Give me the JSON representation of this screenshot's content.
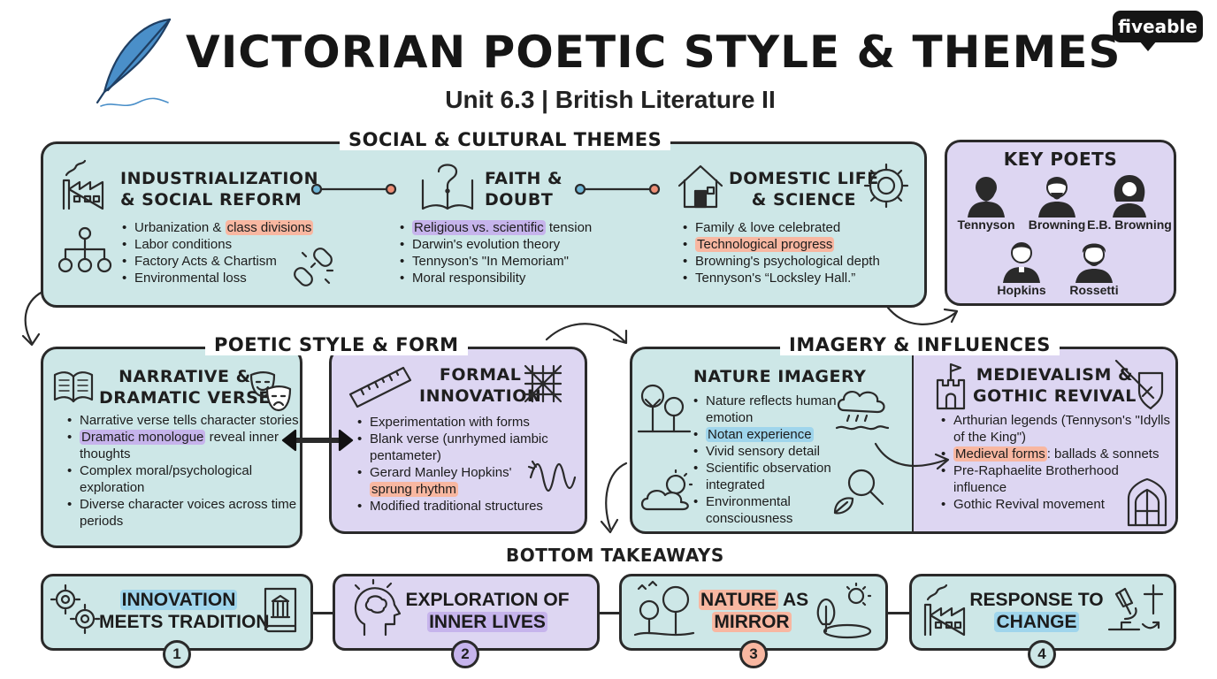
{
  "header": {
    "title": "VICTORIAN POETIC STYLE & THEMES",
    "subtitle": "Unit 6.3 | British Literature II",
    "logo": "fiveable"
  },
  "social": {
    "label": "SOCIAL & CULTURAL THEMES",
    "industrial": {
      "heading_1": "INDUSTRIALIZATION",
      "heading_2": "& SOCIAL REFORM",
      "b1_pre": "Urbanization & ",
      "b1_hl": "class divisions",
      "b2": "Labor conditions",
      "b3": "Factory Acts & Chartism",
      "b4": "Environmental loss"
    },
    "faith": {
      "heading_1": "FAITH &",
      "heading_2": "DOUBT",
      "b1_hl": "Religious vs. scientific",
      "b1_post": " tension",
      "b2": "Darwin's evolution theory",
      "b3": "Tennyson's \"In Memoriam\"",
      "b4": "Moral responsibility"
    },
    "domestic": {
      "heading_1": "DOMESTIC LIFE",
      "heading_2": "& SCIENCE",
      "b1": "Family & love celebrated",
      "b2_hl": "Technological progress",
      "b3": "Browning's psychological depth",
      "b4": "Tennyson's “Locksley Hall.”"
    }
  },
  "poets": {
    "label": "KEY POETS",
    "names": [
      "Tennyson",
      "Browning",
      "E.B. Browning",
      "Hopkins",
      "Rossetti"
    ]
  },
  "style": {
    "label": "POETIC STYLE & FORM",
    "narrative": {
      "heading_1": "NARRATIVE &",
      "heading_2": "DRAMATIC VERSE",
      "b1": "Narrative verse tells character stories",
      "b2_hl": "Dramatic monologue",
      "b2_post": " reveal inner thoughts",
      "b3": "Complex moral/psychological exploration",
      "b4": "Diverse character voices across time periods"
    },
    "formal": {
      "heading_1": "FORMAL",
      "heading_2": "INNOVATION",
      "b1": "Experimentation with forms",
      "b2": "Blank verse (unrhymed iambic pentameter)",
      "b3_pre": "Gerard Manley Hopkins'",
      "b3_hl": "sprung rhythm",
      "b4": "Modified traditional structures"
    }
  },
  "imagery": {
    "label": "IMAGERY & INFLUENCES",
    "nature": {
      "heading": "NATURE IMAGERY",
      "b1": "Nature reflects human emotion",
      "b2_hl": "Notan experience",
      "b3": "Vivid sensory detail",
      "b4": "Scientific observation integrated",
      "b5": "Environmental consciousness"
    },
    "medieval": {
      "heading_1": "MEDIEVALISM &",
      "heading_2": "GOTHIC REVIVAL",
      "b1": "Arthurian legends (Tennyson's \"Idylls of the King\")",
      "b2_hl": "Medieval forms",
      "b2_post": ": ballads & sonnets",
      "b3": "Pre-Raphaelite Brotherhood influence",
      "b4": "Gothic Revival movement"
    }
  },
  "takeaways": {
    "label": "BOTTOM TAKEAWAYS",
    "t1": {
      "hl": "INNOVATION",
      "rest": "MEETS TRADITION",
      "num": "1"
    },
    "t2": {
      "line1": "EXPLORATION OF",
      "hl": "INNER LIVES",
      "num": "2"
    },
    "t3": {
      "hl": "NATURE",
      "rest1": " AS",
      "line2": "MIRROR",
      "num": "3"
    },
    "t4": {
      "line1": "RESPONSE TO",
      "hl": "CHANGE",
      "num": "4"
    }
  },
  "colors": {
    "teal_panel": "#cde7e7",
    "purple_panel": "#ddd6f2",
    "highlight_orange": "#f8b7a1",
    "highlight_purple": "#c6b4ec",
    "highlight_blue": "#9fd5ec",
    "outline": "#2a2a2a"
  }
}
